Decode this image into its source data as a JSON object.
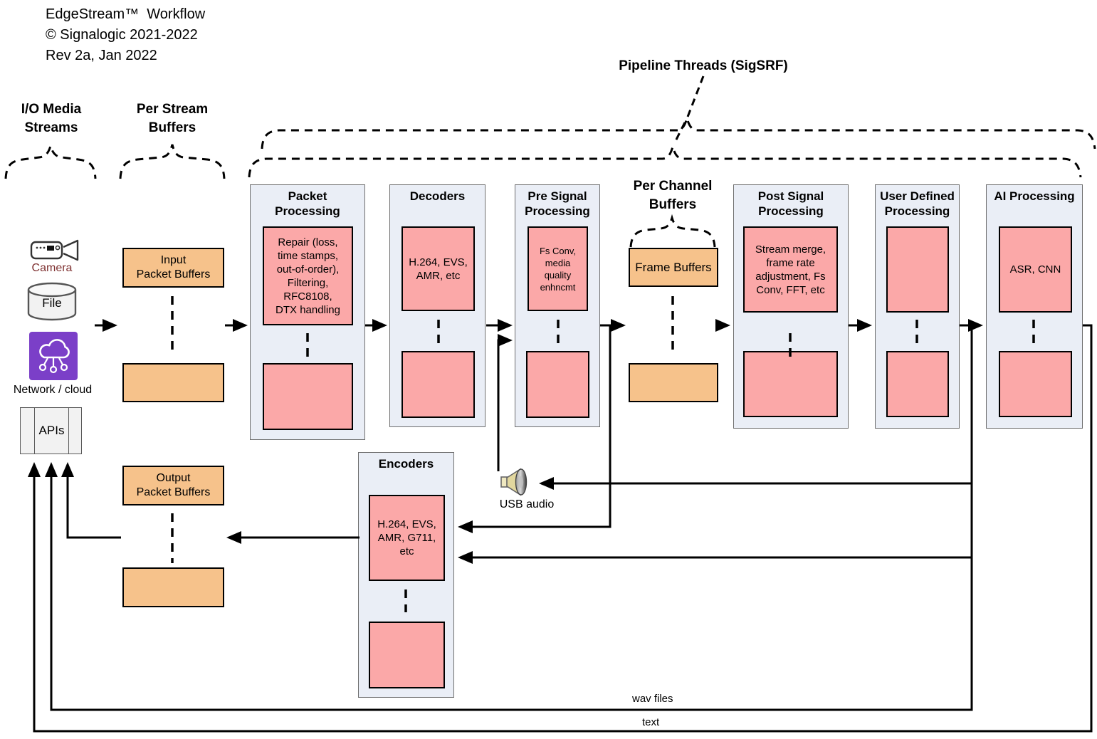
{
  "header": {
    "title": "EdgeStream™  Workflow",
    "copyright": "© Signalogic 2021-2022",
    "revision": "Rev 2a, Jan 2022"
  },
  "group_labels": {
    "io_media": "I/O Media\nStreams",
    "per_stream": "Per Stream\nBuffers",
    "pipeline_threads": "Pipeline Threads (SigSRF)",
    "per_channel": "Per Channel\nBuffers"
  },
  "sources": {
    "camera": "Camera",
    "file": "File",
    "network": "Network / cloud",
    "apis": "APIs"
  },
  "buffers": {
    "input": "Input\nPacket Buffers",
    "output": "Output\nPacket Buffers",
    "frame": "Frame Buffers"
  },
  "stages": {
    "packet": {
      "title": "Packet\nProcessing",
      "detail": "Repair (loss,\ntime stamps,\nout-of-order),\nFiltering,\nRFC8108,\nDTX handling"
    },
    "decoders": {
      "title": "Decoders",
      "detail": "H.264, EVS,\nAMR, etc"
    },
    "pre_signal": {
      "title": "Pre Signal\nProcessing",
      "detail": "Fs Conv,\nmedia\nquality\nenhncmt"
    },
    "post_signal": {
      "title": "Post Signal\nProcessing",
      "detail": "Stream merge,\nframe rate\nadjustment, Fs\nConv, FFT, etc"
    },
    "user_defined": {
      "title": "User Defined\nProcessing",
      "detail": ""
    },
    "ai": {
      "title": "AI Processing",
      "detail": "ASR, CNN"
    },
    "encoders": {
      "title": "Encoders",
      "detail": "H.264, EVS,\nAMR, G711,\netc"
    }
  },
  "io_labels": {
    "usb_audio": "USB audio",
    "wav_files": "wav files",
    "text": "text"
  },
  "colors": {
    "stage_bg": "#EAEEF6",
    "stage_border": "#6E6E6E",
    "module_fill": "#FBA8A8",
    "buffer_fill": "#F6C28B",
    "line": "#000000",
    "network_icon": "#7B3FC8",
    "camera_label": "#7E3030"
  }
}
